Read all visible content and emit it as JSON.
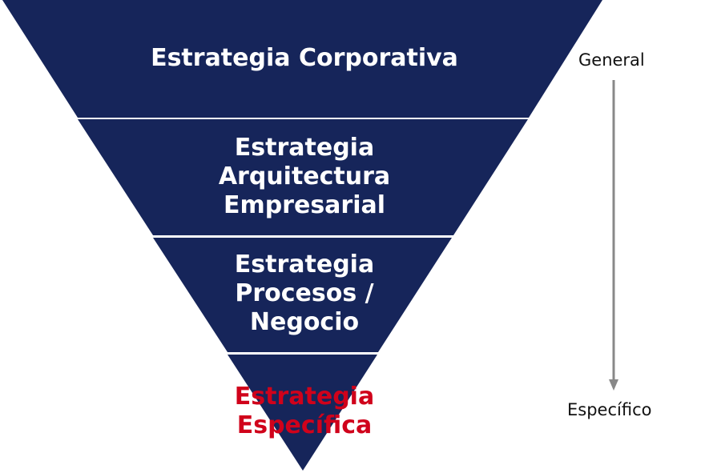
{
  "diagram": {
    "tiers": [
      {
        "label": "Estrategia Corporativa"
      },
      {
        "label": "Estrategia\nArquitectura\nEmpresarial"
      },
      {
        "label": "Estrategia\nProcesos /\nNegocio"
      },
      {
        "label": "Estrategia\nEspecífica"
      }
    ],
    "axis": {
      "top_label": "General",
      "bottom_label": "Específico"
    }
  },
  "colors": {
    "tier_fill": "#16255a",
    "tier_divider": "#ffffff",
    "tier_text": "#ffffff",
    "highlight_text": "#d0021b",
    "arrow": "#888888"
  }
}
